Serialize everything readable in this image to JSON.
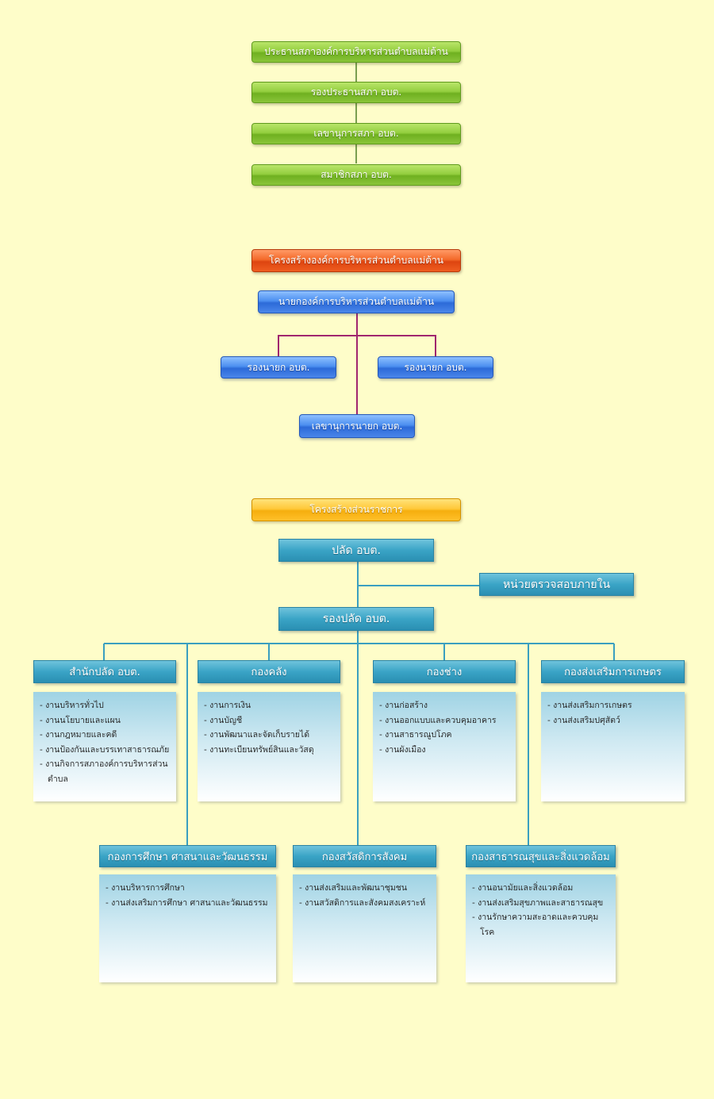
{
  "council": {
    "items": [
      "ประธานสภาองค์การบริหารส่วนตำบลแม่ต้าน",
      "รองประธานสภา อบต.",
      "เลขานุการสภา อบต.",
      "สมาชิกสภา อบต."
    ]
  },
  "executive": {
    "header": "โครงสร้างองค์การบริหารส่วนตำบลแม่ต้าน",
    "mayor": "นายกองค์การบริหารส่วนตำบลแม่ต้าน",
    "deputy_left": "รองนายก อบต.",
    "deputy_right": "รองนายก อบต.",
    "secretary": "เลขานุการนายก อบต."
  },
  "government": {
    "header": "โครงสร้างส่วนราชการ",
    "palad": "ปลัด อบต.",
    "audit": "หน่วยตรวจสอบภายใน",
    "deputy_palad": "รองปลัด อบต.",
    "divisions": [
      {
        "title": "สำนักปลัด อบต.",
        "items": [
          "- งานบริหารทั่วไป",
          "- งานนโยบายและแผน",
          "- งานกฎหมายและคดี",
          "- งานป้องกันและบรรเทาสาธารณภัย",
          "- งานกิจการสภาองค์การบริหารส่วนตำบล"
        ]
      },
      {
        "title": "กองคลัง",
        "items": [
          "- งานการเงิน",
          "- งานบัญชี",
          "- งานพัฒนาและจัดเก็บรายได้",
          "- งานทะเบียนทรัพย์สินและวัสดุ"
        ]
      },
      {
        "title": "กองช่าง",
        "items": [
          "- งานก่อสร้าง",
          "- งานออกแบบและควบคุมอาคาร",
          "- งานสาธารณูปโภค",
          "- งานผังเมือง"
        ]
      },
      {
        "title": "กองส่งเสริมการเกษตร",
        "items": [
          "- งานส่งเสริมการเกษตร",
          "- งานส่งเสริมปศุสัตว์"
        ]
      },
      {
        "title": "กองการศึกษา ศาสนาและวัฒนธรรม",
        "items": [
          "- งานบริหารการศึกษา",
          "- งานส่งเสริมการศึกษา ศาสนาและวัฒนธรรม"
        ]
      },
      {
        "title": "กองสวัสดิการสังคม",
        "items": [
          "- งานส่งเสริมและพัฒนาชุมชน",
          "- งานสวัสดิการและสังคมสงเคราะห์"
        ]
      },
      {
        "title": "กองสาธารณสุขและสิ่งแวดล้อม",
        "items": [
          "- งานอนามัยและสิ่งแวดล้อม",
          "- งานส่งเสริมสุขภาพและสาธารณสุข",
          "- งานรักษาความสะอาดและควบคุมโรค"
        ]
      }
    ]
  },
  "colors": {
    "background": "#fefdc9",
    "council_green": "#8ac53a",
    "header_red": "#ef5d20",
    "executive_blue": "#4a86ea",
    "header_gold": "#ffc02a",
    "division_teal": "#3aa4c6",
    "executive_line": "#a0266e",
    "council_line": "#4d7f26",
    "division_line": "#3a9fc0"
  }
}
